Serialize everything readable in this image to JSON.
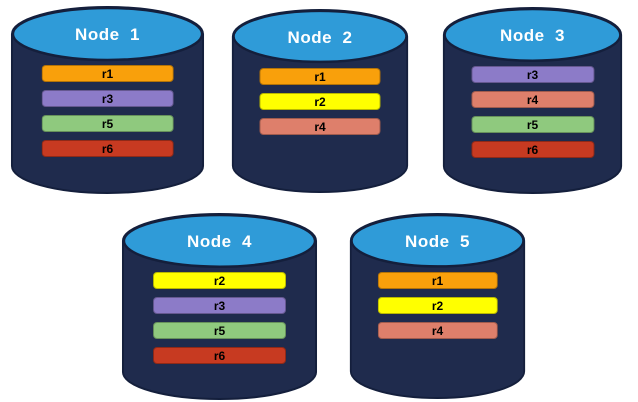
{
  "diagram": {
    "description": "Five database node cylinders holding colored replica bars",
    "title_text_color": "#FFFFFF",
    "bar_text_color": "#000000"
  },
  "colors": {
    "cylinder_body": "#1F2B4D",
    "cylinder_outline": "#141F3C",
    "cylinder_top": "#2F9BD8"
  },
  "replica_colors": {
    "r1": "#F9A00B",
    "r2": "#FFFF00",
    "r3": "#8C7BC8",
    "r4": "#DE7F6B",
    "r5": "#8FC97E",
    "r6": "#C73A21"
  },
  "nodes": [
    {
      "id": "node-1",
      "label": "Node  1",
      "replicas": [
        "r1",
        "r3",
        "r5",
        "r6"
      ]
    },
    {
      "id": "node-2",
      "label": "Node  2",
      "replicas": [
        "r1",
        "r2",
        "r4"
      ]
    },
    {
      "id": "node-3",
      "label": "Node  3",
      "replicas": [
        "r3",
        "r4",
        "r5",
        "r6"
      ]
    },
    {
      "id": "node-4",
      "label": "Node  4",
      "replicas": [
        "r2",
        "r3",
        "r5",
        "r6"
      ]
    },
    {
      "id": "node-5",
      "label": "Node  5",
      "replicas": [
        "r1",
        "r2",
        "r4"
      ]
    }
  ]
}
